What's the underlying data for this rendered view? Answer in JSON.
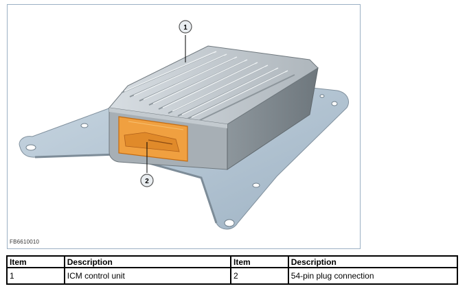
{
  "figure": {
    "code": "FB6610010",
    "callouts": [
      "1",
      "2"
    ]
  },
  "legend": {
    "headers": [
      "Item",
      "Description",
      "Item",
      "Description"
    ],
    "rows": [
      [
        "1",
        "ICM control unit",
        "2",
        "54-pin plug connection"
      ]
    ]
  }
}
